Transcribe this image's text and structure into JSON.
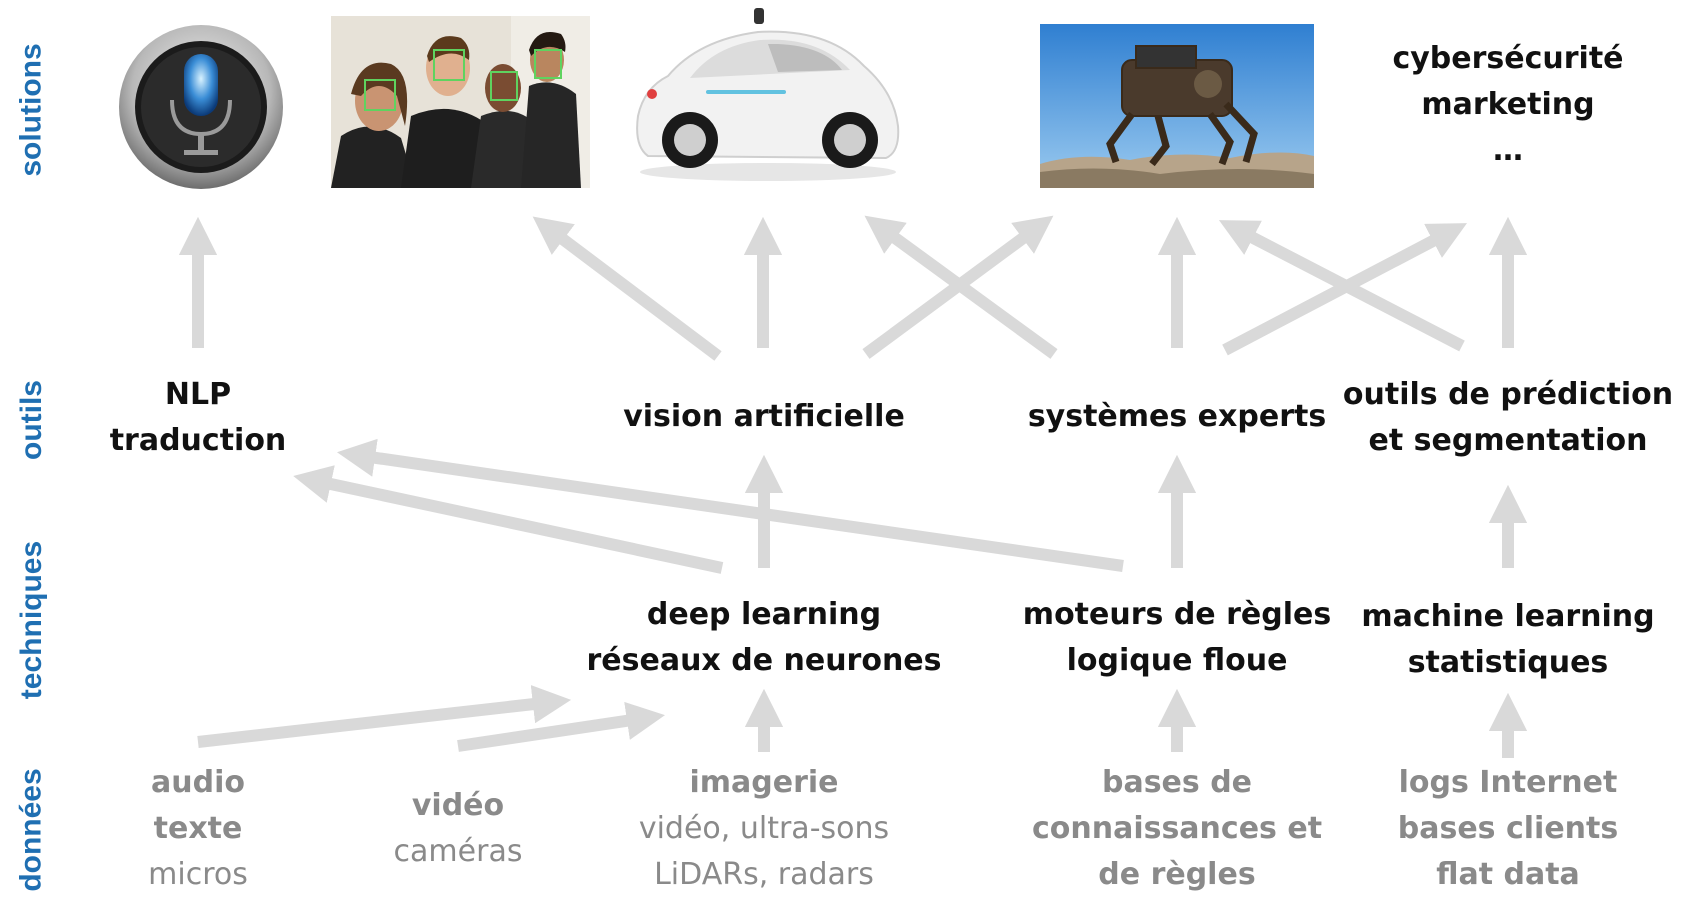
{
  "colors": {
    "row_label": "#1f6fb2",
    "arrow": "#d9d9d9",
    "tool_text": "#111111",
    "data_text": "#8a8a8a"
  },
  "row_labels": {
    "solutions": "solutions",
    "outils": "outils",
    "techniques": "techniques",
    "donnees": "données"
  },
  "solutions": {
    "images": [
      "microphone-icon",
      "face-recognition-photo",
      "self-driving-car-photo",
      "robot-quadruped-photo"
    ],
    "text": {
      "line1": "cybersécurité",
      "line2": "marketing",
      "line3": "…"
    }
  },
  "outils": {
    "nlp": {
      "line1": "NLP",
      "line2": "traduction"
    },
    "vision": "vision artificielle",
    "experts": "systèmes experts",
    "prediction": {
      "line1": "outils de prédiction",
      "line2": "et segmentation"
    }
  },
  "techniques": {
    "deep": {
      "line1": "deep learning",
      "line2": "réseaux de neurones"
    },
    "rules": {
      "line1": "moteurs de règles",
      "line2": "logique floue"
    },
    "ml": {
      "line1": "machine learning",
      "line2": "statistiques"
    }
  },
  "donnees": {
    "audio": {
      "line1": "audio",
      "line2": "texte",
      "line3": "micros"
    },
    "video": {
      "line1": "vidéo",
      "line2": "caméras"
    },
    "imagerie": {
      "line1": "imagerie",
      "line2": "vidéo, ultra-sons",
      "line3": "LiDARs, radars"
    },
    "bases": {
      "line1": "bases de",
      "line2": "connaissances et",
      "line3": "de règles"
    },
    "logs": {
      "line1": "logs Internet",
      "line2": "bases clients",
      "line3": "flat data"
    }
  }
}
